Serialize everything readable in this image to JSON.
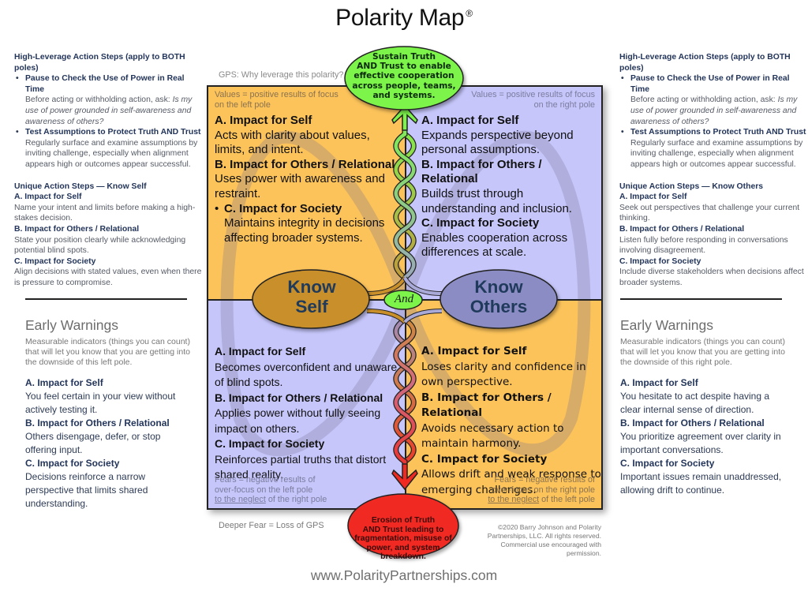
{
  "title": {
    "text": "Polarity Map",
    "mark": "®"
  },
  "colors": {
    "left_pole": "#fcc35a",
    "right_pole": "#c6c6fb",
    "goal": "#7cf44a",
    "fear": "#f02a20",
    "know_self": "#c98f2a",
    "know_others": "#8b8cc4"
  },
  "left_panel": {
    "high_leverage": {
      "title": "High-Leverage Action Steps (apply to BOTH poles)",
      "items": [
        {
          "bullet": "•",
          "title": "Pause to Check the Use of Power in Real Time",
          "text": "Before acting or withholding action, ask: ",
          "italic": "Is my use of power grounded in self-awareness and awareness of others?"
        },
        {
          "bullet": "•",
          "title": "Test Assumptions to Protect Truth AND Trust",
          "text": "Regularly surface and examine assumptions by inviting challenge, especially when alignment appears high or outcomes appear successful."
        }
      ]
    },
    "unique": {
      "title": "Unique Action Steps — Know Self",
      "items": [
        {
          "heading": "A. Impact for Self",
          "text": "Name your intent and limits before making a high-stakes decision."
        },
        {
          "heading": "B. Impact for Others / Relational",
          "text": "State your position clearly while acknowledging potential blind spots."
        },
        {
          "heading": "C. Impact for Society",
          "text": "Align decisions with stated values, even when there is pressure to compromise."
        }
      ]
    },
    "early_warnings": {
      "title": "Early Warnings",
      "subtitle": "Measurable indicators (things you can count) that will let you know that you are getting into the downside of this left pole.",
      "items": [
        {
          "heading": "A. Impact for Self",
          "text": "You feel certain in your view without actively testing it."
        },
        {
          "heading": "B. Impact for Others / Relational",
          "text": "Others disengage, defer, or stop offering input."
        },
        {
          "heading": "C. Impact for Society",
          "text": "Decisions reinforce a narrow perspective that limits shared understanding."
        }
      ]
    }
  },
  "right_panel": {
    "high_leverage": {
      "title": "High-Leverage Action Steps (apply to BOTH poles)",
      "items": [
        {
          "bullet": "•",
          "title": "Pause to Check the Use of Power in Real Time",
          "text": "Before acting or withholding action, ask: ",
          "italic": "Is my use of power grounded in self-awareness and awareness of others?"
        },
        {
          "bullet": "•",
          "title": "Test Assumptions to Protect Truth AND Trust",
          "text": "Regularly surface and examine assumptions by inviting challenge, especially when alignment appears high or outcomes appear successful."
        }
      ]
    },
    "unique": {
      "title": "Unique Action Steps —  Know Others",
      "items": [
        {
          "heading": "A. Impact for Self",
          "text": "Seek out perspectives that challenge your current thinking."
        },
        {
          "heading": "B. Impact for Others / Relational",
          "text": "Listen fully before responding in conversations involving disagreement."
        },
        {
          "heading": "C. Impact for Society",
          "text": "Include diverse stakeholders when decisions affect broader systems."
        }
      ]
    },
    "early_warnings": {
      "title": "Early Warnings",
      "subtitle": "Measurable indicators (things you can count) that will let you know that you are getting into the downside of this right pole.",
      "items": [
        {
          "heading": "A. Impact for Self",
          "text": "You hesitate to act despite having a clear internal sense of direction."
        },
        {
          "heading": "B. Impact for Others / Relational",
          "text": "You prioritize agreement over clarity in important conversations."
        },
        {
          "heading": "C. Impact for Society",
          "text": "Important issues remain unaddressed, allowing drift to continue."
        }
      ]
    }
  },
  "map": {
    "gps_label": "GPS: Why leverage this polarity?",
    "deeper_fear_label": "Deeper Fear = Loss of GPS",
    "goal": "Sustain Truth AND Trust to enable effective cooperation across people, teams, and systems.",
    "goal_lines": [
      "Sustain Truth",
      "AND Trust to enable",
      "effective cooperation",
      "across people, teams,",
      "and systems."
    ],
    "deeper_fear_lines": [
      "Erosion of Truth",
      "AND Trust leading to",
      "fragmentation, misuse of",
      "power, and system",
      "breakdown."
    ],
    "values_left": [
      "Values = positive results of focus",
      "on the left pole"
    ],
    "values_right": [
      "Values = positive results of focus",
      "on the right pole"
    ],
    "fears_left": [
      "Fears = negative results of",
      "over-focus on the left pole",
      "to the neglect",
      " of the right pole"
    ],
    "fears_right": [
      "Fears = negative results of",
      "over-focus on the right pole",
      "to the neglect",
      " of the left pole"
    ],
    "left_pole": [
      "Know",
      "Self"
    ],
    "right_pole": [
      "Know",
      "Others"
    ],
    "and_label": "And",
    "upper_left": [
      {
        "heading": "A. Impact for Self",
        "text": "Acts with clarity about values, limits, and intent."
      },
      {
        "heading": "B. Impact for Others / Relational",
        "text": "Uses power with awareness and restraint."
      },
      {
        "bullet": "•",
        "heading": "C. Impact for Society",
        "text": "Maintains integrity in decisions affecting broader systems."
      }
    ],
    "upper_right": [
      {
        "heading": "A. Impact for Self",
        "text": "Expands perspective beyond personal assumptions."
      },
      {
        "heading": "B. Impact for Others / Relational",
        "text": "Builds trust through understanding and inclusion."
      },
      {
        "heading": "C. Impact for Society",
        "text": "Enables cooperation across differences at scale."
      }
    ],
    "lower_left": [
      {
        "heading": "A. Impact for Self",
        "text": "Becomes overconfident and unaware of blind spots."
      },
      {
        "heading": "B. Impact for Others / Relational",
        "text": "Applies power without fully seeing impact on others."
      },
      {
        "heading": "C. Impact for Society",
        "text": "Reinforces partial truths that distort shared reality."
      }
    ],
    "lower_right": [
      {
        "heading": "A. Impact for Self",
        "text": "Loses clarity and confidence in own perspective."
      },
      {
        "heading": "B. Impact for Others / Relational",
        "text": "Avoids necessary action to maintain harmony."
      },
      {
        "heading": "C. Impact for Society",
        "text": "Allows drift and weak response to emerging challenges."
      }
    ]
  },
  "copyright_lines": [
    "©2020 Barry Johnson and Polarity",
    "Partnerships, LLC. All rights reserved.",
    "Commercial use encouraged with permission."
  ],
  "website": "www.PolarityPartnerships.com"
}
